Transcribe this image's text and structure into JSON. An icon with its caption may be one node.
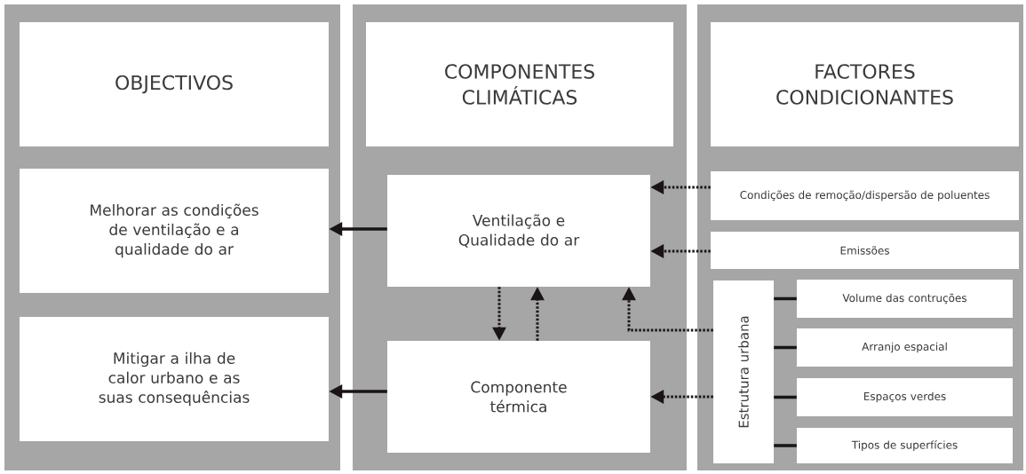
{
  "diagram": {
    "nodes": [
      {
        "text": [],
        "shape": "box"
      },
      {
        "text": [
          "OBJECTIVOS"
        ],
        "in": 0
      },
      {
        "text": [
          "Melhorar as condições de ventilação e a qualidade do ar"
        ],
        "in": 0
      },
      {
        "text": [
          "Mitigar a ilha de calor urbano e as suas consequências"
        ],
        "in": 0
      },
      {
        "text": [],
        "shape": "box"
      },
      {
        "text": [
          "COMPONENTES CLIMÁTICAS"
        ],
        "in": 4
      },
      {
        "text": [
          "Ventilação e Qualidade do ar"
        ],
        "in": 4
      },
      {
        "text": [
          "Componente térmica"
        ],
        "in": 4
      },
      {
        "text": [],
        "shape": "box"
      },
      {
        "text": [
          "FACTORES CONDICIONANTES"
        ],
        "in": 8
      },
      {
        "text": [
          "Condições de remoção/dispersão de poluentes"
        ],
        "in": 8
      },
      {
        "text": [
          "Emissões"
        ],
        "in": 8
      },
      {
        "text": [
          "Estrutura urbana"
        ],
        "in": 8
      },
      {
        "text": [
          "Volume das contruções"
        ],
        "in": 8
      },
      {
        "text": [
          "Arranjo espacial"
        ],
        "in": 8
      },
      {
        "text": [
          "Espaços verdes"
        ],
        "in": 8
      },
      {
        "text": [
          "Tipos de superfícies"
        ],
        "in": 8
      }
    ],
    "edges": [
      {
        "from": 6,
        "to": 2,
        "arrow": "to"
      },
      {
        "from": 7,
        "to": 3,
        "arrow": "to"
      },
      {
        "from": 10,
        "to": 6,
        "arrow": "to",
        "style": "dashed"
      },
      {
        "from": 11,
        "to": 6,
        "arrow": "to",
        "style": "dashed"
      },
      {
        "from": 6,
        "to": 7,
        "arrow": "to",
        "style": "dashed"
      },
      {
        "from": 7,
        "to": 6,
        "arrow": "to",
        "style": "dashed"
      },
      {
        "from": 12,
        "to": 6,
        "arrow": "to",
        "style": "dashed"
      },
      {
        "from": 12,
        "to": 7,
        "arrow": "to",
        "style": "dashed"
      },
      {
        "from": 12,
        "to": 13,
        "arrow": "none"
      },
      {
        "from": 12,
        "to": 14,
        "arrow": "none"
      },
      {
        "from": 12,
        "to": 15,
        "arrow": "none"
      },
      {
        "from": 12,
        "to": 16,
        "arrow": "none"
      }
    ]
  }
}
